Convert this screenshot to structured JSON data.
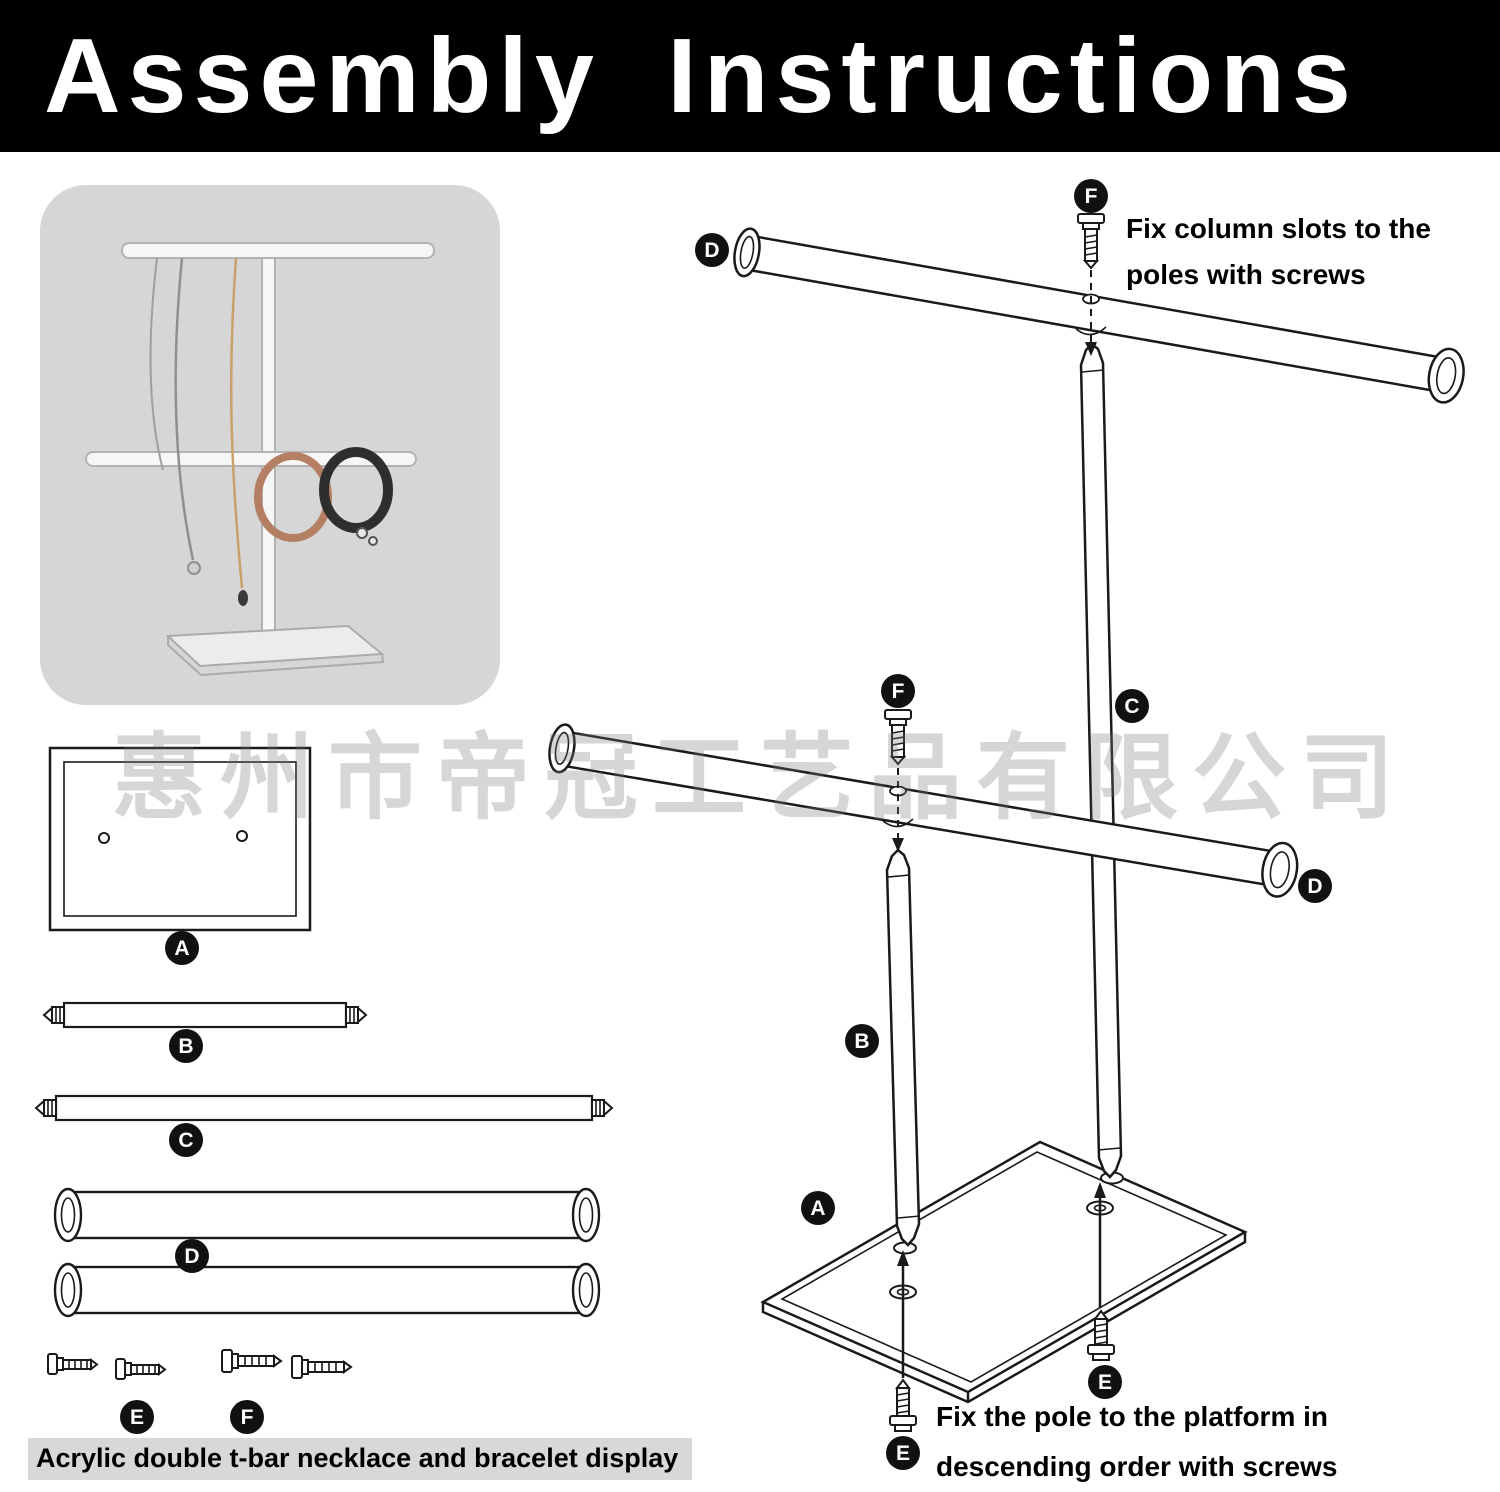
{
  "header": {
    "title": "Assembly Instructions"
  },
  "watermark": "惠州市帝冠工艺品有限公司",
  "caption": "Acrylic double t-bar necklace and bracelet display",
  "part_labels": {
    "a": "A",
    "b": "B",
    "c": "C",
    "d": "D",
    "e": "E",
    "f": "F"
  },
  "instructions": {
    "top": {
      "line1": "Fix column slots to the",
      "line2": "poles with screws"
    },
    "bottom": {
      "line1": "Fix the pole to the platform in",
      "line2": "descending order with screws"
    }
  }
}
